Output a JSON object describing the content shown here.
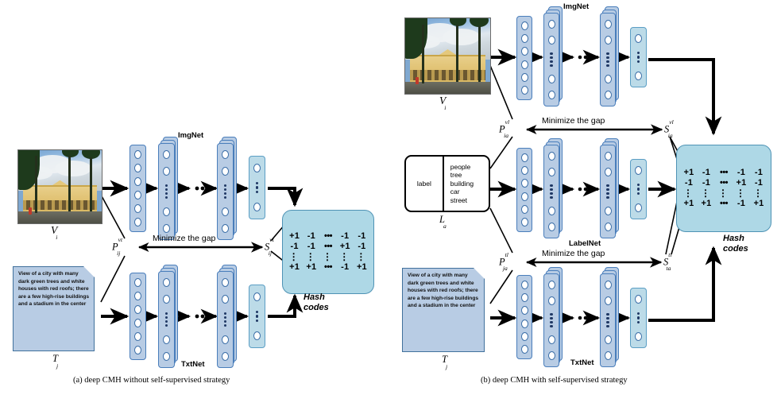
{
  "figure": {
    "panels": [
      {
        "id": "a",
        "caption": "(a)  deep CMH without self-supervised strategy",
        "image_label": "V_i",
        "text_label": "T_j",
        "text_document": "View of a city with many dark green trees and white houses with red roofs; there are a few high-rise buildings and a stadium in the center",
        "networks": [
          "ImgNet",
          "TxtNet"
        ],
        "minimize_text": "Minimize the gap",
        "hash_caption_line1": "Hash",
        "hash_caption_line2": "codes",
        "symbols": {
          "p": {
            "base": "P",
            "sup": "vt",
            "sub": "ij"
          },
          "s": {
            "base": "S",
            "sup": "vt",
            "sub": "ij"
          }
        }
      },
      {
        "id": "b",
        "caption": "(b)  deep CMH with self-supervised strategy",
        "image_label": "V_i",
        "label_label": "L_a",
        "text_label": "T_j",
        "label_cell": "label",
        "label_tags": [
          "people",
          "tree",
          "building",
          "car",
          "street"
        ],
        "text_document": "View of a city with many dark green trees and white houses with red roofs; there are a few high-rise buildings and a stadium in the center",
        "networks": [
          "ImgNet",
          "LabelNet",
          "TxtNet"
        ],
        "minimize_text": "Minimize the gap",
        "hash_caption_line1": "Hash",
        "hash_caption_line2": "codes",
        "symbols": {
          "p_top": {
            "base": "P",
            "sup": "vl",
            "sub": "ia"
          },
          "s_top": {
            "base": "S",
            "sup": "vl",
            "sub": "ia"
          },
          "p_bot": {
            "base": "P",
            "sup": "tl",
            "sub": "ja"
          },
          "s_bot": {
            "base": "S",
            "sup": "tl",
            "sub": "ta"
          }
        }
      }
    ],
    "hash_matrix": {
      "rows": [
        [
          "+1",
          "-1",
          "•••",
          "-1",
          "-1"
        ],
        [
          "-1",
          "-1",
          "•••",
          "+1",
          "-1"
        ],
        [
          "⋮",
          "⋮",
          "⋮",
          "⋮",
          "⋮"
        ],
        [
          "+1",
          "+1",
          "•••",
          "-1",
          "+1"
        ]
      ]
    },
    "colors": {
      "layer_fill": "#b8cce4",
      "layer_stroke": "#4a7ebb",
      "hash_fill": "#aed8e6",
      "hash_stroke": "#4f93b5",
      "doc_fill": "#b8cce4",
      "arrow": "#000000"
    },
    "italic_labels": {
      "V": "V",
      "i": "i",
      "T": "T",
      "j": "j",
      "L": "L",
      "a": "a"
    }
  }
}
